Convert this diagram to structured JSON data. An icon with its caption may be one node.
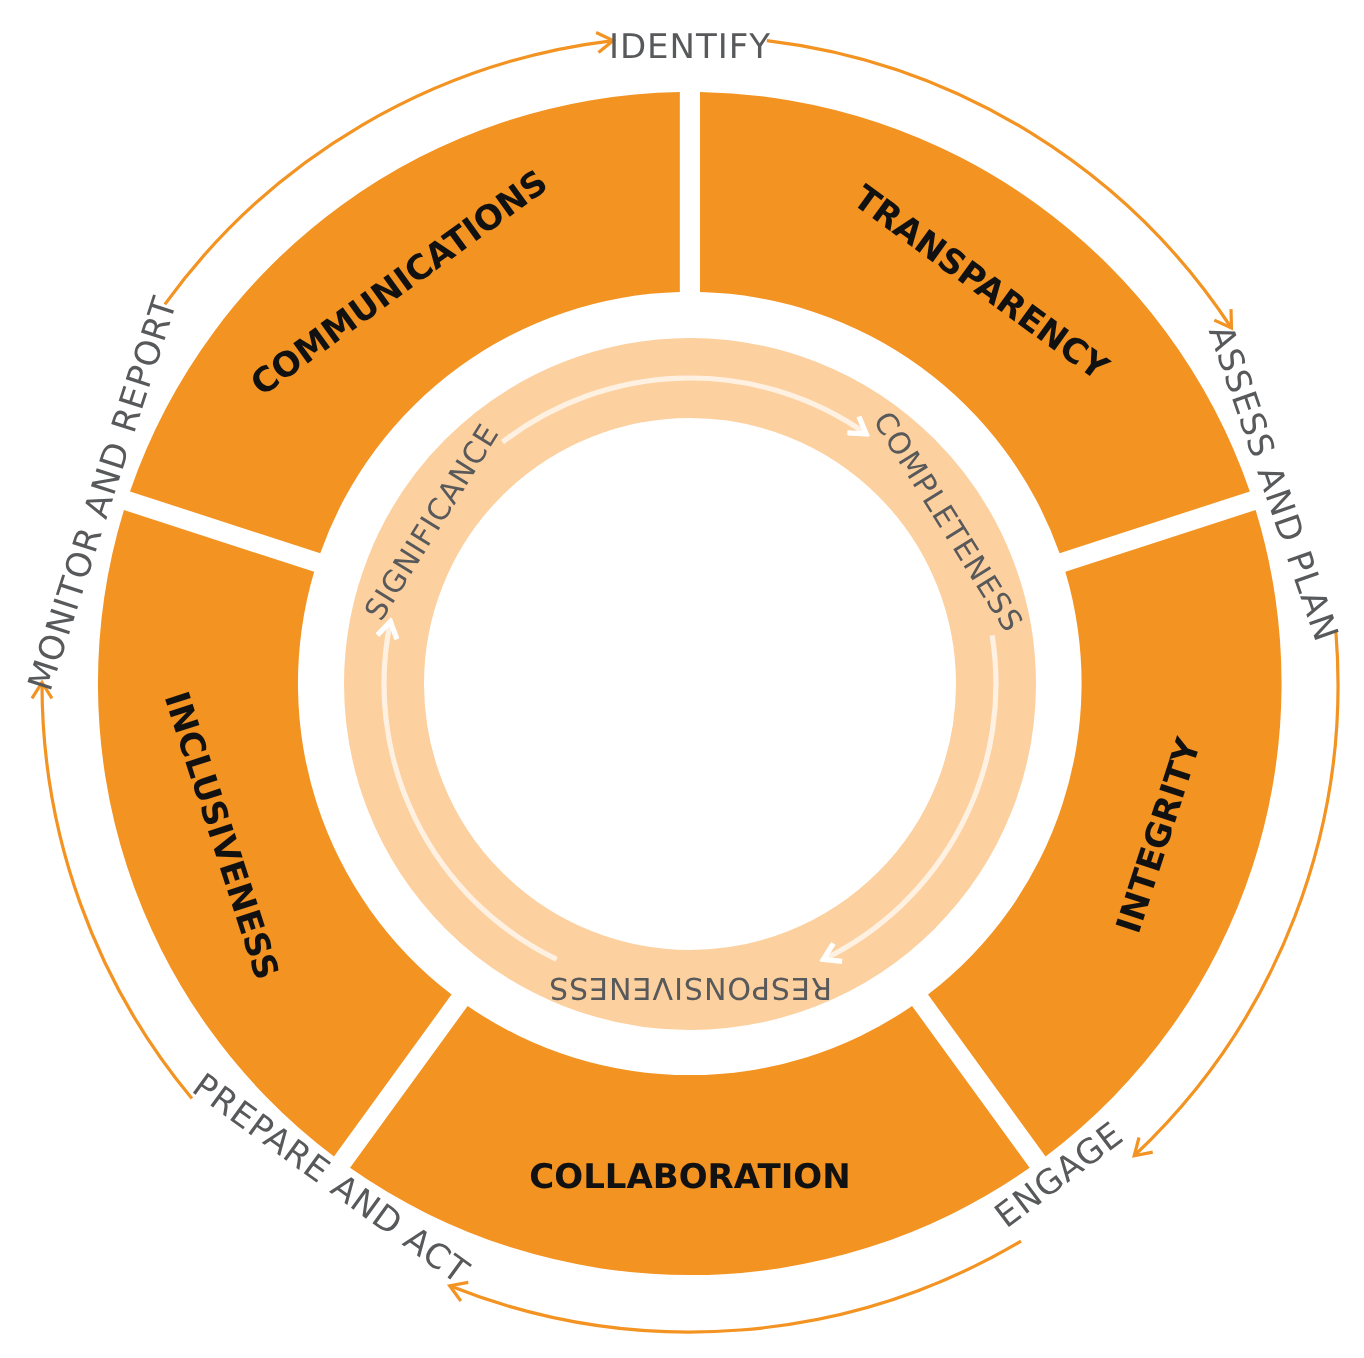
{
  "diagram": {
    "nodes": [
      {
        "text": [
          "IDENTIFY"
        ]
      },
      {
        "text": [
          "ASSESS AND PLAN"
        ]
      },
      {
        "text": [
          "ENGAGE"
        ]
      },
      {
        "text": [
          "PREPARE AND ACT"
        ]
      },
      {
        "text": [
          "MONITOR AND REPORT"
        ]
      },
      {
        "text": [
          "COMMUNICATIONS"
        ]
      },
      {
        "text": [
          "TRANSPARENCY"
        ]
      },
      {
        "text": [
          "INTEGRITY"
        ]
      },
      {
        "text": [
          "COLLABORATION"
        ]
      },
      {
        "text": [
          "INCLUSIVENESS"
        ]
      },
      {
        "text": [],
        "shape": "circle"
      },
      {
        "text": [
          "SIGNIFICANCE"
        ],
        "in": 10
      },
      {
        "text": [
          "COMPLETENESS"
        ],
        "in": 10
      },
      {
        "text": [
          "RESPONSIVENESS"
        ],
        "in": 10
      }
    ],
    "edges": [
      {
        "from": 0,
        "to": 1,
        "arrow": "to"
      },
      {
        "from": 1,
        "to": 2,
        "arrow": "to"
      },
      {
        "from": 2,
        "to": 3,
        "arrow": "to"
      },
      {
        "from": 3,
        "to": 4,
        "arrow": "to"
      },
      {
        "from": 4,
        "to": 0,
        "arrow": "to"
      },
      {
        "from": 11,
        "to": 12,
        "arrow": "to",
        "color": "#ffffff"
      },
      {
        "from": 12,
        "to": 13,
        "arrow": "to",
        "color": "#ffffff"
      },
      {
        "from": 13,
        "to": 11,
        "arrow": "to",
        "color": "#ffffff"
      }
    ]
  }
}
